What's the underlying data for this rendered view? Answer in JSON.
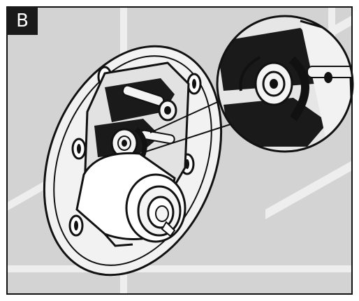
{
  "step": {
    "label": "B"
  },
  "colors": {
    "wall": "#d3d3d3",
    "grout": "#eeeeee",
    "outline": "#111111",
    "part_light": "#f4f4f4",
    "part_shadow": "#1a1a1a"
  },
  "icons": {
    "illustration": "shower-valve-installation-illustration",
    "detail": "magnified-detail-circle"
  }
}
